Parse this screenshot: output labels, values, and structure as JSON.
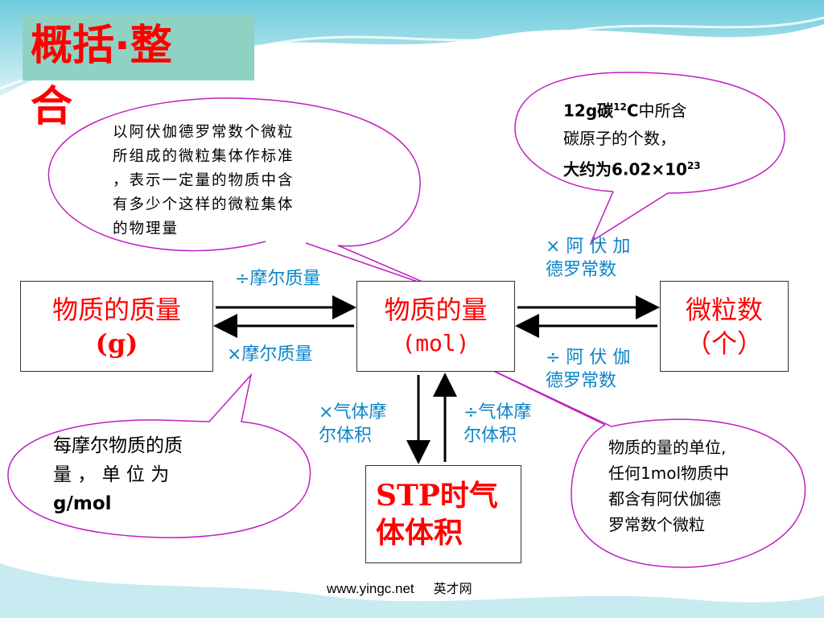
{
  "title": {
    "main": "概括·整",
    "tail": "合"
  },
  "boxes": {
    "mass": {
      "line1": "物质的质量",
      "line2": "(g)"
    },
    "amount": {
      "line1": "物质的量",
      "line2": "(mol)"
    },
    "particles": {
      "line1": "微粒数",
      "line2": "（个）"
    },
    "stp": {
      "line1": "STP时气",
      "line2": "体体积"
    }
  },
  "arrow_labels": {
    "div_molar_mass": "÷摩尔质量",
    "mul_molar_mass": "×摩尔质量",
    "mul_avogadro": [
      "× 阿 伏 加",
      "德罗常数"
    ],
    "div_avogadro": [
      "÷ 阿 伏 伽",
      "德罗常数"
    ],
    "mul_gas_volume": [
      "×气体摩",
      "尔体积"
    ],
    "div_gas_volume": [
      "÷气体摩",
      "尔体积"
    ]
  },
  "notes": {
    "mole_definition": [
      "以阿伏伽德罗常数个微粒",
      "所组成的微粒集体作标准",
      "，表示一定量的物质中含",
      "有多少个这样的微粒集体",
      "的物理量"
    ],
    "avogadro": {
      "prefix": "12g碳",
      "sup_mass": "12",
      "element": "C",
      "suffix": "中所含",
      "line2": "碳原子的个数，",
      "line3_prefix": "大约为6.02×10",
      "sup_exp": "23"
    },
    "molar_mass": [
      "每摩尔物质的质",
      "量 ， 单 位 为",
      "g/mol"
    ],
    "mol_unit": [
      "物质的量的单位,",
      "任何1mol物质中",
      "都含有阿伏伽德",
      "罗常数个微粒"
    ]
  },
  "footer": {
    "url": "www.yingc.net",
    "site": "英才网"
  },
  "colors": {
    "title_bg": "#8fd2c4",
    "red": "#ff0000",
    "blue": "#0a84c8",
    "bubble_border": "#c020c0"
  }
}
